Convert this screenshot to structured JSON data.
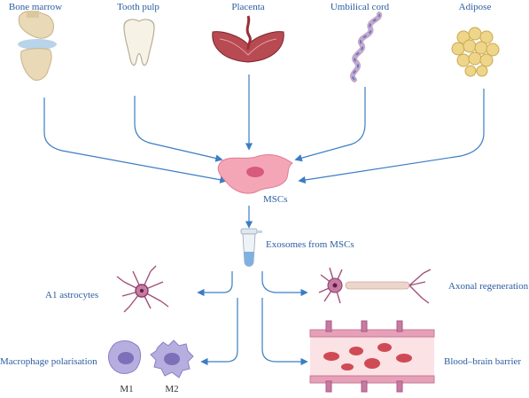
{
  "sources": {
    "bone_marrow": "Bone marrow",
    "tooth_pulp": "Tooth pulp",
    "placenta": "Placenta",
    "umbilical_cord": "Umbilical cord",
    "adipose": "Adipose"
  },
  "center": {
    "mscs": "MSCs",
    "exosomes": "Exosomes from MSCs"
  },
  "effects": {
    "a1_astrocytes": "A1 astrocytes",
    "axonal_regeneration": "Axonal regeneration",
    "macrophage_polarisation": "Macrophage polarisation",
    "blood_brain_barrier": "Blood–brain barrier",
    "m1": "M1",
    "m2": "M2"
  },
  "colors": {
    "arrow": "#3a7dc4",
    "label": "#2a5d9f",
    "cell": "#f4a6b7",
    "neuron": "#8a3a6b",
    "vessel": "#e0879a"
  }
}
